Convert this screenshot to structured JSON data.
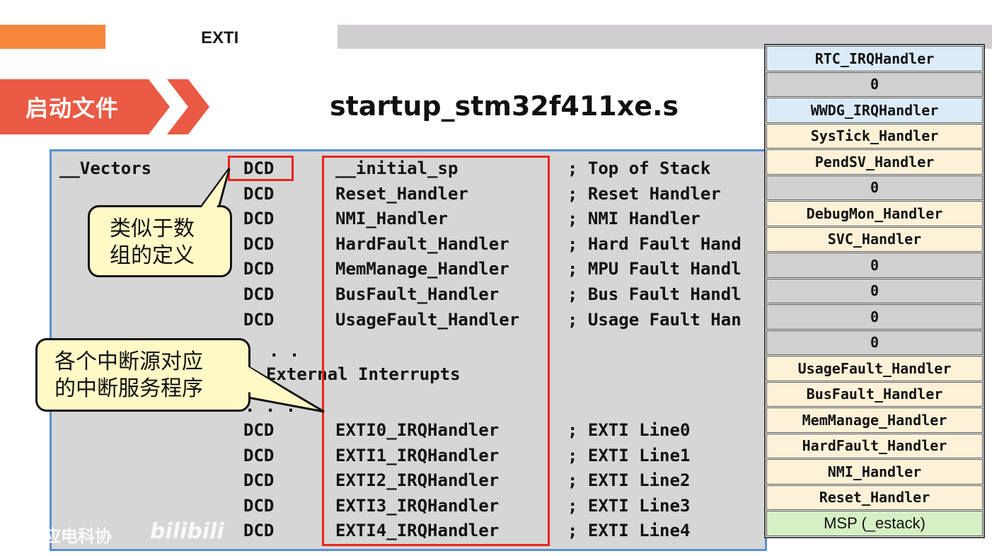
{
  "header": {
    "section_title": "EXTI"
  },
  "tag": {
    "label": "启动文件"
  },
  "file_title": "startup_stm32f411xe.s",
  "code": {
    "label": "__Vectors",
    "lines": [
      {
        "dir": "DCD",
        "handler": "__initial_sp",
        "comment": "; Top of Stack"
      },
      {
        "dir": "DCD",
        "handler": "Reset_Handler",
        "comment": "; Reset Handler"
      },
      {
        "dir": "DCD",
        "handler": "NMI_Handler",
        "comment": "; NMI Handler"
      },
      {
        "dir": "DCD",
        "handler": "HardFault_Handler",
        "comment": "; Hard Fault Hand"
      },
      {
        "dir": "DCD",
        "handler": "MemManage_Handler",
        "comment": "; MPU Fault Handl"
      },
      {
        "dir": "DCD",
        "handler": "BusFault_Handler",
        "comment": "; Bus Fault Handl"
      },
      {
        "dir": "DCD",
        "handler": "UsageFault_Handler",
        "comment": "; Usage Fault Han"
      }
    ],
    "dots_top": ". .",
    "external_label": "External Interrupts",
    "dots_bottom": ". . .",
    "ext_lines": [
      {
        "dir": "DCD",
        "handler": "EXTI0_IRQHandler",
        "comment": "; EXTI Line0"
      },
      {
        "dir": "DCD",
        "handler": "EXTI1_IRQHandler",
        "comment": "; EXTI Line1"
      },
      {
        "dir": "DCD",
        "handler": "EXTI2_IRQHandler",
        "comment": "; EXTI Line2"
      },
      {
        "dir": "DCD",
        "handler": "EXTI3_IRQHandler",
        "comment": "; EXTI Line3"
      },
      {
        "dir": "DCD",
        "handler": "EXTI4_IRQHandler",
        "comment": "; EXTI Line4"
      }
    ]
  },
  "callouts": {
    "array": [
      "类似于数",
      "组的定义"
    ],
    "isr": [
      "各个中断源对应",
      "的中断服务程序"
    ]
  },
  "vector_table": [
    {
      "label": "RTC_IRQHandler",
      "color": "#dcebf8"
    },
    {
      "label": "0",
      "color": "#d0d0d0"
    },
    {
      "label": "WWDG_IRQHandler",
      "color": "#dcebf8"
    },
    {
      "label": "SysTick_Handler",
      "color": "#fdf2d8"
    },
    {
      "label": "PendSV_Handler",
      "color": "#fdf2d8"
    },
    {
      "label": "0",
      "color": "#d0d0d0"
    },
    {
      "label": "DebugMon_Handler",
      "color": "#fdf2d8"
    },
    {
      "label": "SVC_Handler",
      "color": "#fdf2d8"
    },
    {
      "label": "0",
      "color": "#d0d0d0"
    },
    {
      "label": "0",
      "color": "#d0d0d0"
    },
    {
      "label": "0",
      "color": "#d0d0d0"
    },
    {
      "label": "0",
      "color": "#d0d0d0"
    },
    {
      "label": "UsageFault_Handler",
      "color": "#fdf2d8"
    },
    {
      "label": "BusFault_Handler",
      "color": "#fdf2d8"
    },
    {
      "label": "MemManage_Handler",
      "color": "#fdf2d8"
    },
    {
      "label": "HardFault_Handler",
      "color": "#fdf2d8"
    },
    {
      "label": "NMI_Handler",
      "color": "#fdf2d8"
    },
    {
      "label": "Reset_Handler",
      "color": "#fdf2d8"
    },
    {
      "label": "MSP (_estack)",
      "color": "#d6efc4"
    }
  ],
  "watermark": {
    "text": "电应电科协",
    "logo": "bilibili"
  },
  "colors": {
    "accent_orange": "#f5863a",
    "tag_red": "#ea5a44",
    "highlight_red": "#e8251c",
    "code_border_blue": "#5b8fd0"
  }
}
